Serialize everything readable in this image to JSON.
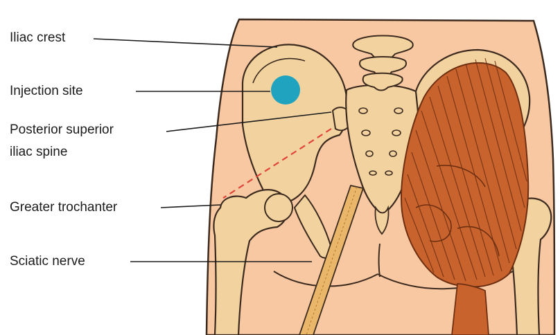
{
  "labels": {
    "iliac_crest": "Iliac crest",
    "injection_site": "Injection site",
    "posterior_superior_line1": "Posterior superior",
    "posterior_superior_line2": "iliac spine",
    "greater_trochanter": "Greater trochanter",
    "sciatic_nerve": "Sciatic nerve"
  },
  "colors": {
    "skin": "#f7c8a2",
    "skin_outline": "#3c2a1e",
    "bone": "#f2d3a0",
    "bone_shadow": "#e6b97c",
    "muscle": "#c8632e",
    "muscle_dark": "#8e3f1a",
    "nerve": "#e9b66a",
    "injection_site": "#1fa3bf",
    "guide_line": "#e0453a",
    "leader_line": "#1b1b1b"
  }
}
